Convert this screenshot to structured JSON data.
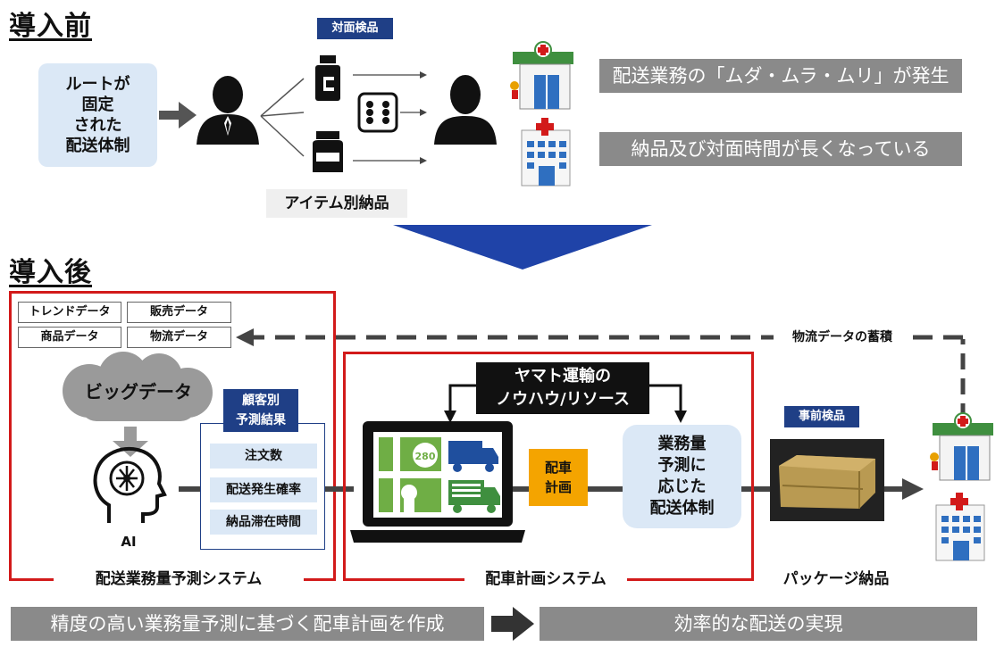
{
  "before": {
    "title": "導入前",
    "fixed_route": "ルートが\n固定\nされた\n配送体制",
    "face_inspection": "対面検品",
    "item_delivery": "アイテム別納品",
    "problem1": "配送業務の「ムダ・ムラ・ムリ」が発生",
    "problem2": "納品及び対面時間が長くなっている"
  },
  "after": {
    "title": "導入後",
    "data_tags": [
      "トレンドデータ",
      "販売データ",
      "商品データ",
      "物流データ"
    ],
    "big_data": "ビッグデータ",
    "ai": "AI",
    "customer_forecast": "顧客別\n予測結果",
    "forecast_items": [
      "注文数",
      "配送発生確率",
      "納品滞在時間"
    ],
    "system1": "配送業務量予測システム",
    "knowhow": "ヤマト運輸の\nノウハウ/リソース",
    "dispatch_plan": "配車\n計画",
    "volume_system": "業務量\n予測に\n応じた\n配送体制",
    "system2": "配車計画システム",
    "pre_inspection": "事前検品",
    "package_delivery": "パッケージ納品",
    "logistics_accumulation": "物流データの蓄積",
    "map_label": "280"
  },
  "bottom": {
    "left": "精度の高い業務量予測に基づく配車計画を作成",
    "right": "効率的な配送の実現"
  },
  "colors": {
    "navy": "#1f3f86",
    "light_blue": "#dbe8f6",
    "gray_banner": "#8a8a8a",
    "red_frame": "#d21a1a",
    "orange": "#f4a400",
    "truck_blue": "#1f4f9e",
    "map_green": "#6fae45"
  }
}
